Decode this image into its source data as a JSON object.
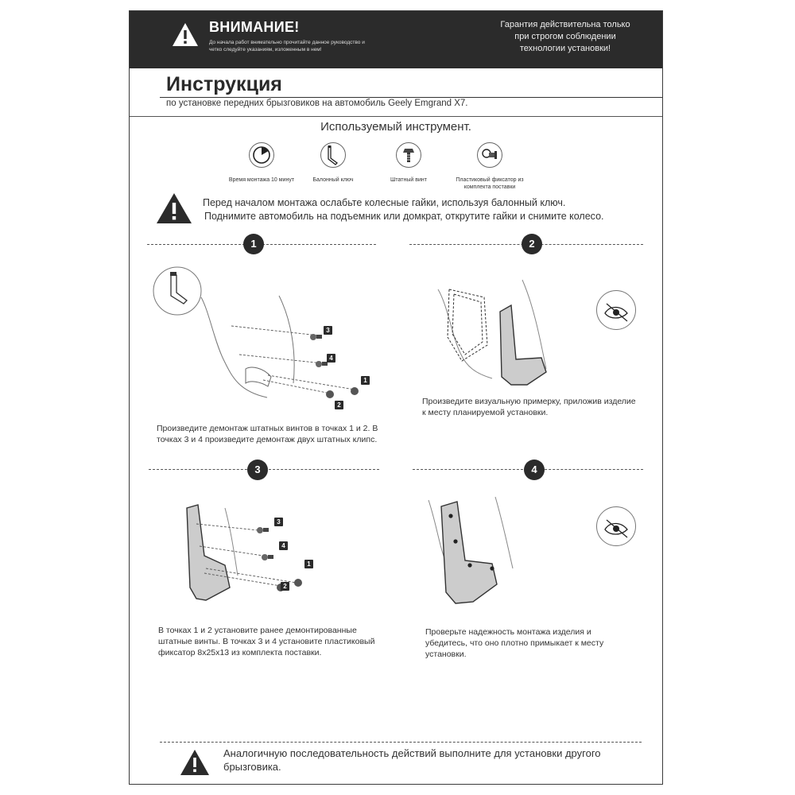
{
  "header": {
    "title": "ВНИМАНИЕ!",
    "subtitle": "До начала работ внимательно прочитайте данное руководство и четко следуйте указаниям, изложенным в нем!",
    "guarantee": "Гарантия действительна только при строгом соблюдении технологии установки!"
  },
  "document": {
    "title": "Инструкция",
    "subtitle": "по установке передних брызговиков на автомобиль Geely Emgrand X7."
  },
  "tools": {
    "heading": "Используемый инструмент.",
    "items": [
      {
        "icon": "clock-icon",
        "label": "Время монтажа 10 минут"
      },
      {
        "icon": "wrench-icon",
        "label": "Балонный ключ"
      },
      {
        "icon": "screw-icon",
        "label": "Штатный винт"
      },
      {
        "icon": "clip-icon",
        "label": "Пластиковый фиксатор из комплекта поставки"
      }
    ]
  },
  "prep_warning": {
    "line1": "Перед началом монтажа ослабьте колесные гайки, используя балонный ключ.",
    "line2": "Поднимите автомобиль на подъемник или домкрат, открутите гайки и снимите колесо."
  },
  "steps": [
    {
      "number": "1",
      "caption": "Произведите демонтаж штатных винтов в точках 1 и 2. В точках 3 и 4 произведите демонтаж двух штатных клипс.",
      "points": [
        "3",
        "4",
        "1",
        "2"
      ]
    },
    {
      "number": "2",
      "caption": "Произведите визуальную примерку, приложив изделие к месту планируемой установки."
    },
    {
      "number": "3",
      "caption": "В точках 1 и 2 установите ранее демонтированные штатные винты. В точках 3 и 4 установите пластиковый фиксатор 8х25х13 из комплекта поставки.",
      "points": [
        "3",
        "4",
        "1",
        "2"
      ]
    },
    {
      "number": "4",
      "caption": "Проверьте надежность монтажа изделия и убедитесь, что оно плотно примыкает к месту установки."
    }
  ],
  "footer": {
    "text": "Аналогичную последовательность действий выполните для установки другого брызговика."
  }
}
